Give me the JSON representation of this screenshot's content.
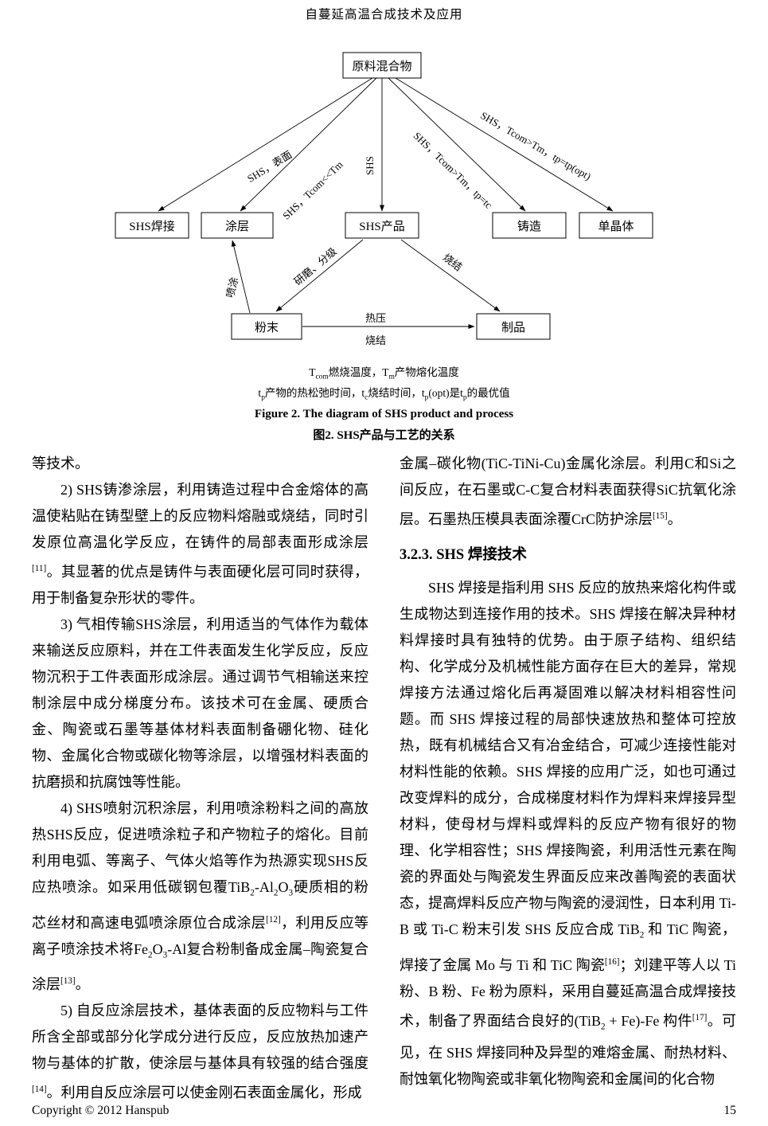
{
  "header": {
    "title": "自蔓延高温合成技术及应用"
  },
  "figure": {
    "nodes": {
      "raw_mixture": "原料混合物",
      "shs_welding": "SHS焊接",
      "coating": "涂层",
      "shs_product": "SHS产品",
      "casting": "铸造",
      "single_crystal": "单晶体",
      "powder": "粉末",
      "article": "制品"
    },
    "edges": {
      "surface": "SHS，表面",
      "tcom_lt_tm": "SHS，Tcom<<Tm",
      "shs": "SHS",
      "tp_eq_tc": "SHS，Tcom>Tm，tp=tc",
      "tp_opt": "SHS，Tcom>Tm，tp=tp(opt)",
      "grinding": "研磨、分级",
      "sintering_diag": "烧结",
      "spraying": "喷涂",
      "hot_press": "热压",
      "sintering_horiz": "烧结"
    },
    "note_line1": "T<sub>com</sub>燃烧温度，T<sub>m</sub>产物熔化温度",
    "note_line2": "t<sub>p</sub>产物的热松弛时间，t<sub>c</sub>烧结时间，t<sub>p</sub>(opt)是t<sub>p</sub>的最优值",
    "caption_en": "Figure 2. The diagram of SHS product and process",
    "caption_zh": "图2. SHS产品与工艺的关系"
  },
  "content": {
    "left": [
      "等技术。",
      "2) SHS铸渗涂层，利用铸造过程中合金熔体的高温使粘贴在铸型壁上的反应物料熔融或烧结，同时引发原位高温化学反应，在铸件的局部表面形成涂层<sup>[11]</sup>。其显著的优点是铸件与表面硬化层可同时获得，用于制备复杂形状的零件。",
      "3) 气相传输SHS涂层，利用适当的气体作为载体来输送反应原料，并在工件表面发生化学反应，反应物沉积于工件表面形成涂层。通过调节气相输送来控制涂层中成分梯度分布。该技术可在金属、硬质合金、陶瓷或石墨等基体材料表面制备硼化物、硅化物、金属化合物或碳化物等涂层，以增强材料表面的抗磨损和抗腐蚀等性能。",
      "4) SHS喷射沉积涂层，利用喷涂粉料之间的高放热SHS反应，促进喷涂粒子和产物粒子的熔化。目前利用电弧、等离子、气体火焰等作为热源实现SHS反应热喷涂。如采用低碳钢包覆TiB<sub>2</sub>-Al<sub>2</sub>O<sub>3</sub>硬质相的粉芯丝材和高速电弧喷涂原位合成涂层<sup>[12]</sup>，利用反应等离子喷涂技术将Fe<sub>2</sub>O<sub>3</sub>-Al复合粉制备成金属–陶瓷复合涂层<sup>[13]</sup>。",
      "5) 自反应涂层技术，基体表面的反应物料与工件所含全部或部分化学成分进行反应，反应放热加速产物与基体的扩散，使涂层与基体具有较强的结合强度<sup>[14]</sup>。利用自反应涂层可以使金刚石表面金属化，形成"
    ],
    "right_p0": "金属–碳化物(TiC-TiNi-Cu)金属化涂层。利用C和Si之间反应，在石墨或C-C复合材料表面获得SiC抗氧化涂层。石墨热压模具表面涂覆CrC防护涂层<sup>[15]</sup>。",
    "right_heading": "3.2.3. SHS 焊接技术",
    "right_p1": "SHS 焊接是指利用 SHS 反应的放热来熔化构件或生成物达到连接作用的技术。SHS 焊接在解决异种材料焊接时具有独特的优势。由于原子结构、组织结构、化学成分及机械性能方面存在巨大的差异，常规焊接方法通过熔化后再凝固难以解决材料相容性问题。而 SHS 焊接过程的局部快速放热和整体可控放热，既有机械结合又有冶金结合，可减少连接性能对材料性能的依赖。SHS 焊接的应用广泛，如也可通过改变焊料的成分，合成梯度材料作为焊料来焊接异型材料，使母材与焊料或焊料的反应产物有很好的物理、化学相容性；SHS 焊接陶瓷，利用活性元素在陶瓷的界面处与陶瓷发生界面反应来改善陶瓷的表面状态，提高焊料反应产物与陶瓷的浸润性，日本利用 Ti-B 或 Ti-C 粉末引发 SHS 反应合成 TiB<sub>2</sub> 和 TiC 陶瓷，焊接了金属 Mo 与 Ti 和 TiC 陶瓷<sup>[16]</sup>；刘建平等人以 Ti 粉、B 粉、Fe 粉为原料，采用自蔓延高温合成焊接技术，制备了界面结合良好的(TiB<sub>2</sub> + Fe)-Fe 构件<sup>[17]</sup>。可见，在 SHS 焊接同种及异型的难熔金属、耐热材料、耐蚀氧化物陶瓷或非氧化物陶瓷和金属间的化合物"
  },
  "footer": {
    "copyright": "Copyright © 2012 Hanspub",
    "page_number": "15"
  }
}
